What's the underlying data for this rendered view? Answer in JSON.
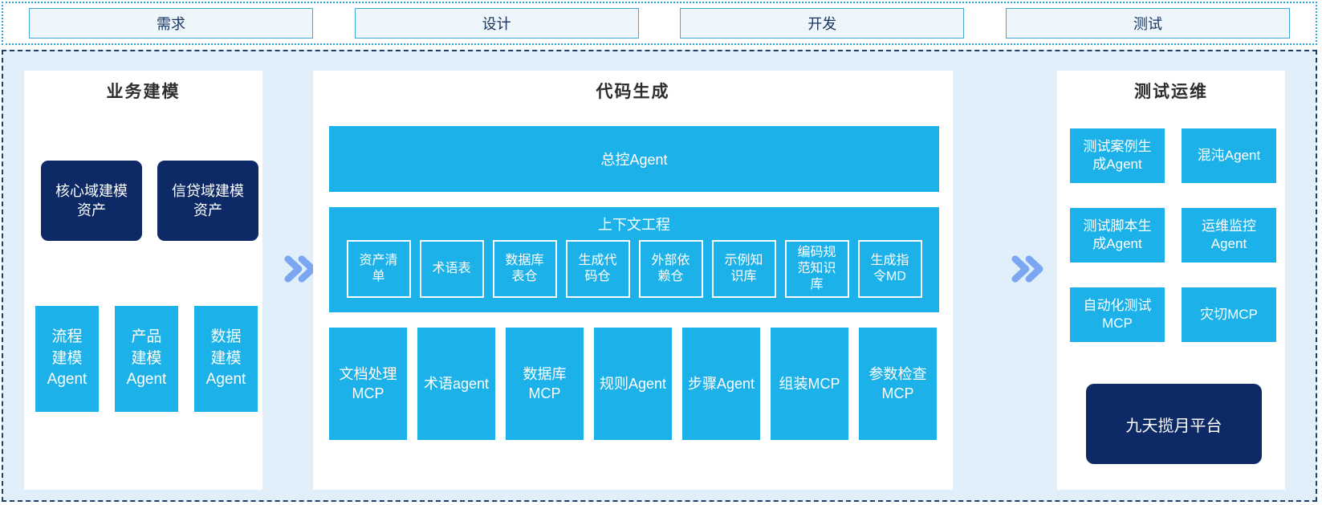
{
  "colors": {
    "cyan": "#1cb2e9",
    "navy": "#0d2a66",
    "container_bg": "#e1effa",
    "phase_box_bg": "#eef6fb",
    "phase_border": "#45a8d3",
    "dotted_border": "#2aa7d9",
    "dashed_border": "#1e3f66",
    "arrow": "#7ba6f2",
    "box_text": "#ffffff",
    "title_text": "#2d2d2d"
  },
  "icons": {
    "flow_arrow": "»"
  },
  "phases": [
    "需求",
    "设计",
    "开发",
    "测试"
  ],
  "business_modeling": {
    "title": "业务建模",
    "assets": [
      "核心域建模\n资产",
      "信贷域建模\n资产"
    ],
    "agents": [
      "流程\n建模\nAgent",
      "产品\n建模\nAgent",
      "数据\n建模\nAgent"
    ]
  },
  "code_generation": {
    "title": "代码生成",
    "master_agent": "总控Agent",
    "context_engineering": {
      "title": "上下文工程",
      "items": [
        "资产清\n单",
        "术语表",
        "数据库\n表仓",
        "生成代\n码仓",
        "外部依\n赖仓",
        "示例知\n识库",
        "编码规\n范知识\n库",
        "生成指\n令MD"
      ]
    },
    "mcp_agents": [
      "文档处理\nMCP",
      "术语agent",
      "数据库\nMCP",
      "规则Agent",
      "步骤Agent",
      "组装MCP",
      "参数检查\nMCP"
    ]
  },
  "test_ops": {
    "title": "测试运维",
    "boxes": [
      "测试案例生\n成Agent",
      "混沌Agent",
      "测试脚本生\n成Agent",
      "运维监控\nAgent",
      "自动化测试\nMCP",
      "灾切MCP"
    ],
    "platform": "九天揽月平台"
  }
}
